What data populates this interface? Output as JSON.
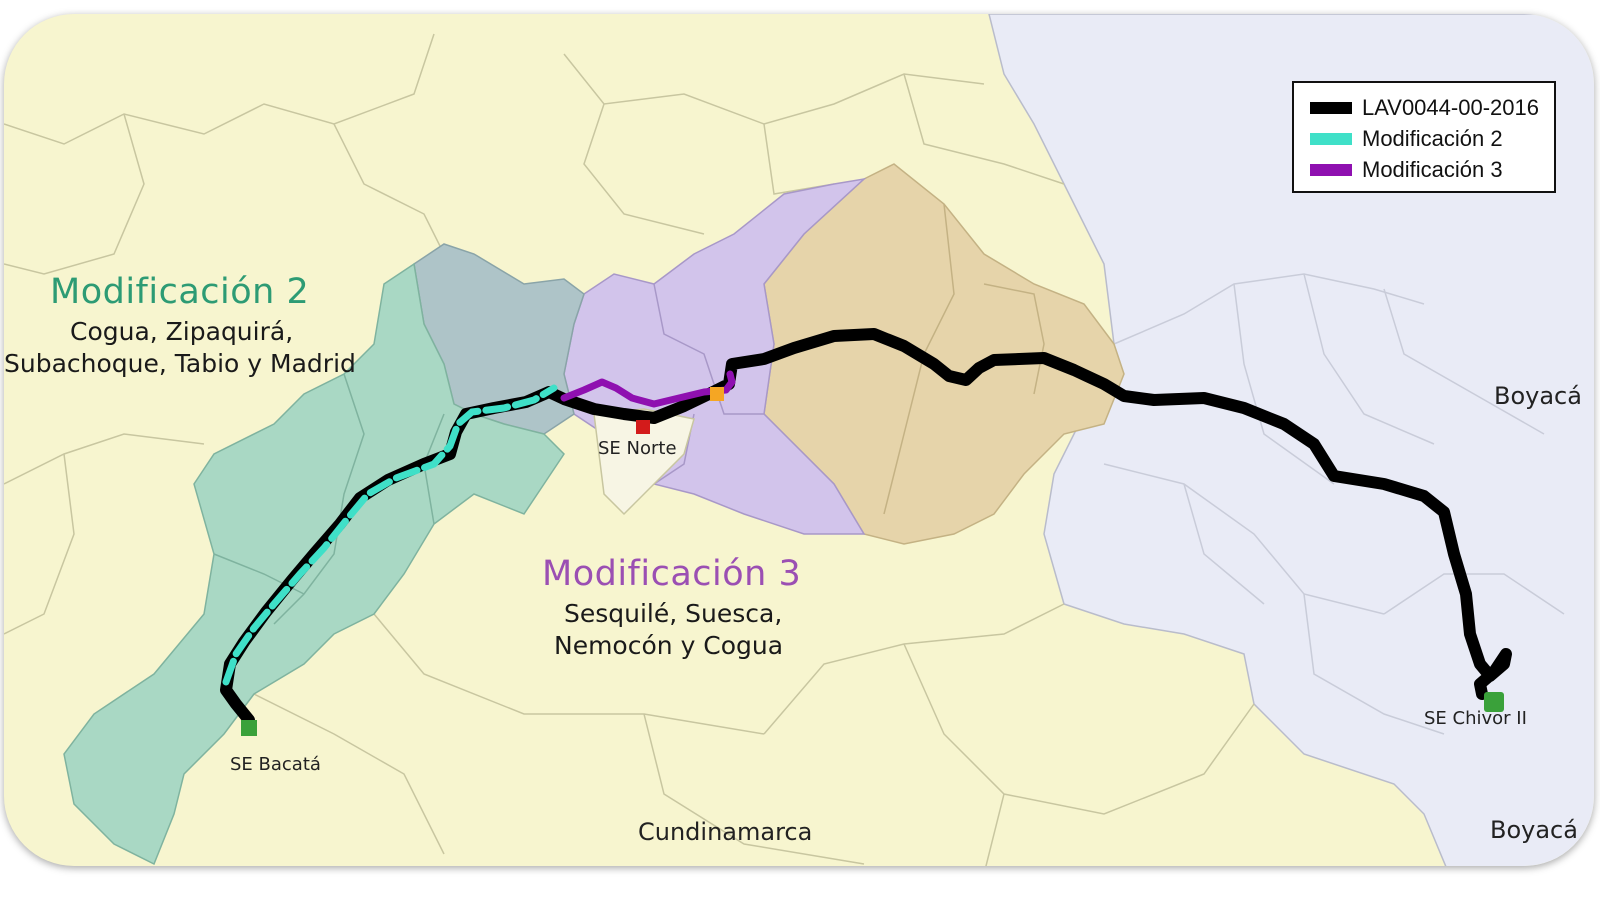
{
  "colors": {
    "background": "#f7f5cf",
    "boyaca": "#e9ebf6",
    "mod2_zone": "#a9d8c4",
    "mod2_zone_blue": "#aec4c8",
    "mod3_zone": "#d2c4eb",
    "orange_zone": "#e6d4aa",
    "line_main": "#000000",
    "line_mod2": "#3fe0c8",
    "line_mod3": "#8f10b0",
    "mod2_title": "#2d9b74",
    "mod3_title": "#9b4fb3",
    "station_green": "#3aa13a",
    "station_red": "#d31b1b",
    "station_orange": "#f5a623"
  },
  "labels": {
    "mod2_title": "Modificación 2",
    "mod2_line1": "Cogua, Zipaquirá,",
    "mod2_line2": "Subachoque, Tabio y Madrid",
    "mod3_title": "Modificación 3",
    "mod3_line1": "Sesquilé, Suesca,",
    "mod3_line2": "Nemocón y Cogua",
    "se_norte": "SE Norte",
    "se_bacata": "SE Bacatá",
    "se_chivor": "SE Chivor II",
    "cundinamarca": "Cundinamarca",
    "boyaca_1": "Boyacá",
    "boyaca_2": "Boyacá"
  },
  "legend": {
    "items": [
      {
        "label": "LAV0044-00-2016",
        "color": "#000000"
      },
      {
        "label": "Modificación 2",
        "color": "#3fe0c8"
      },
      {
        "label": "Modificación 3",
        "color": "#8f10b0"
      }
    ]
  }
}
